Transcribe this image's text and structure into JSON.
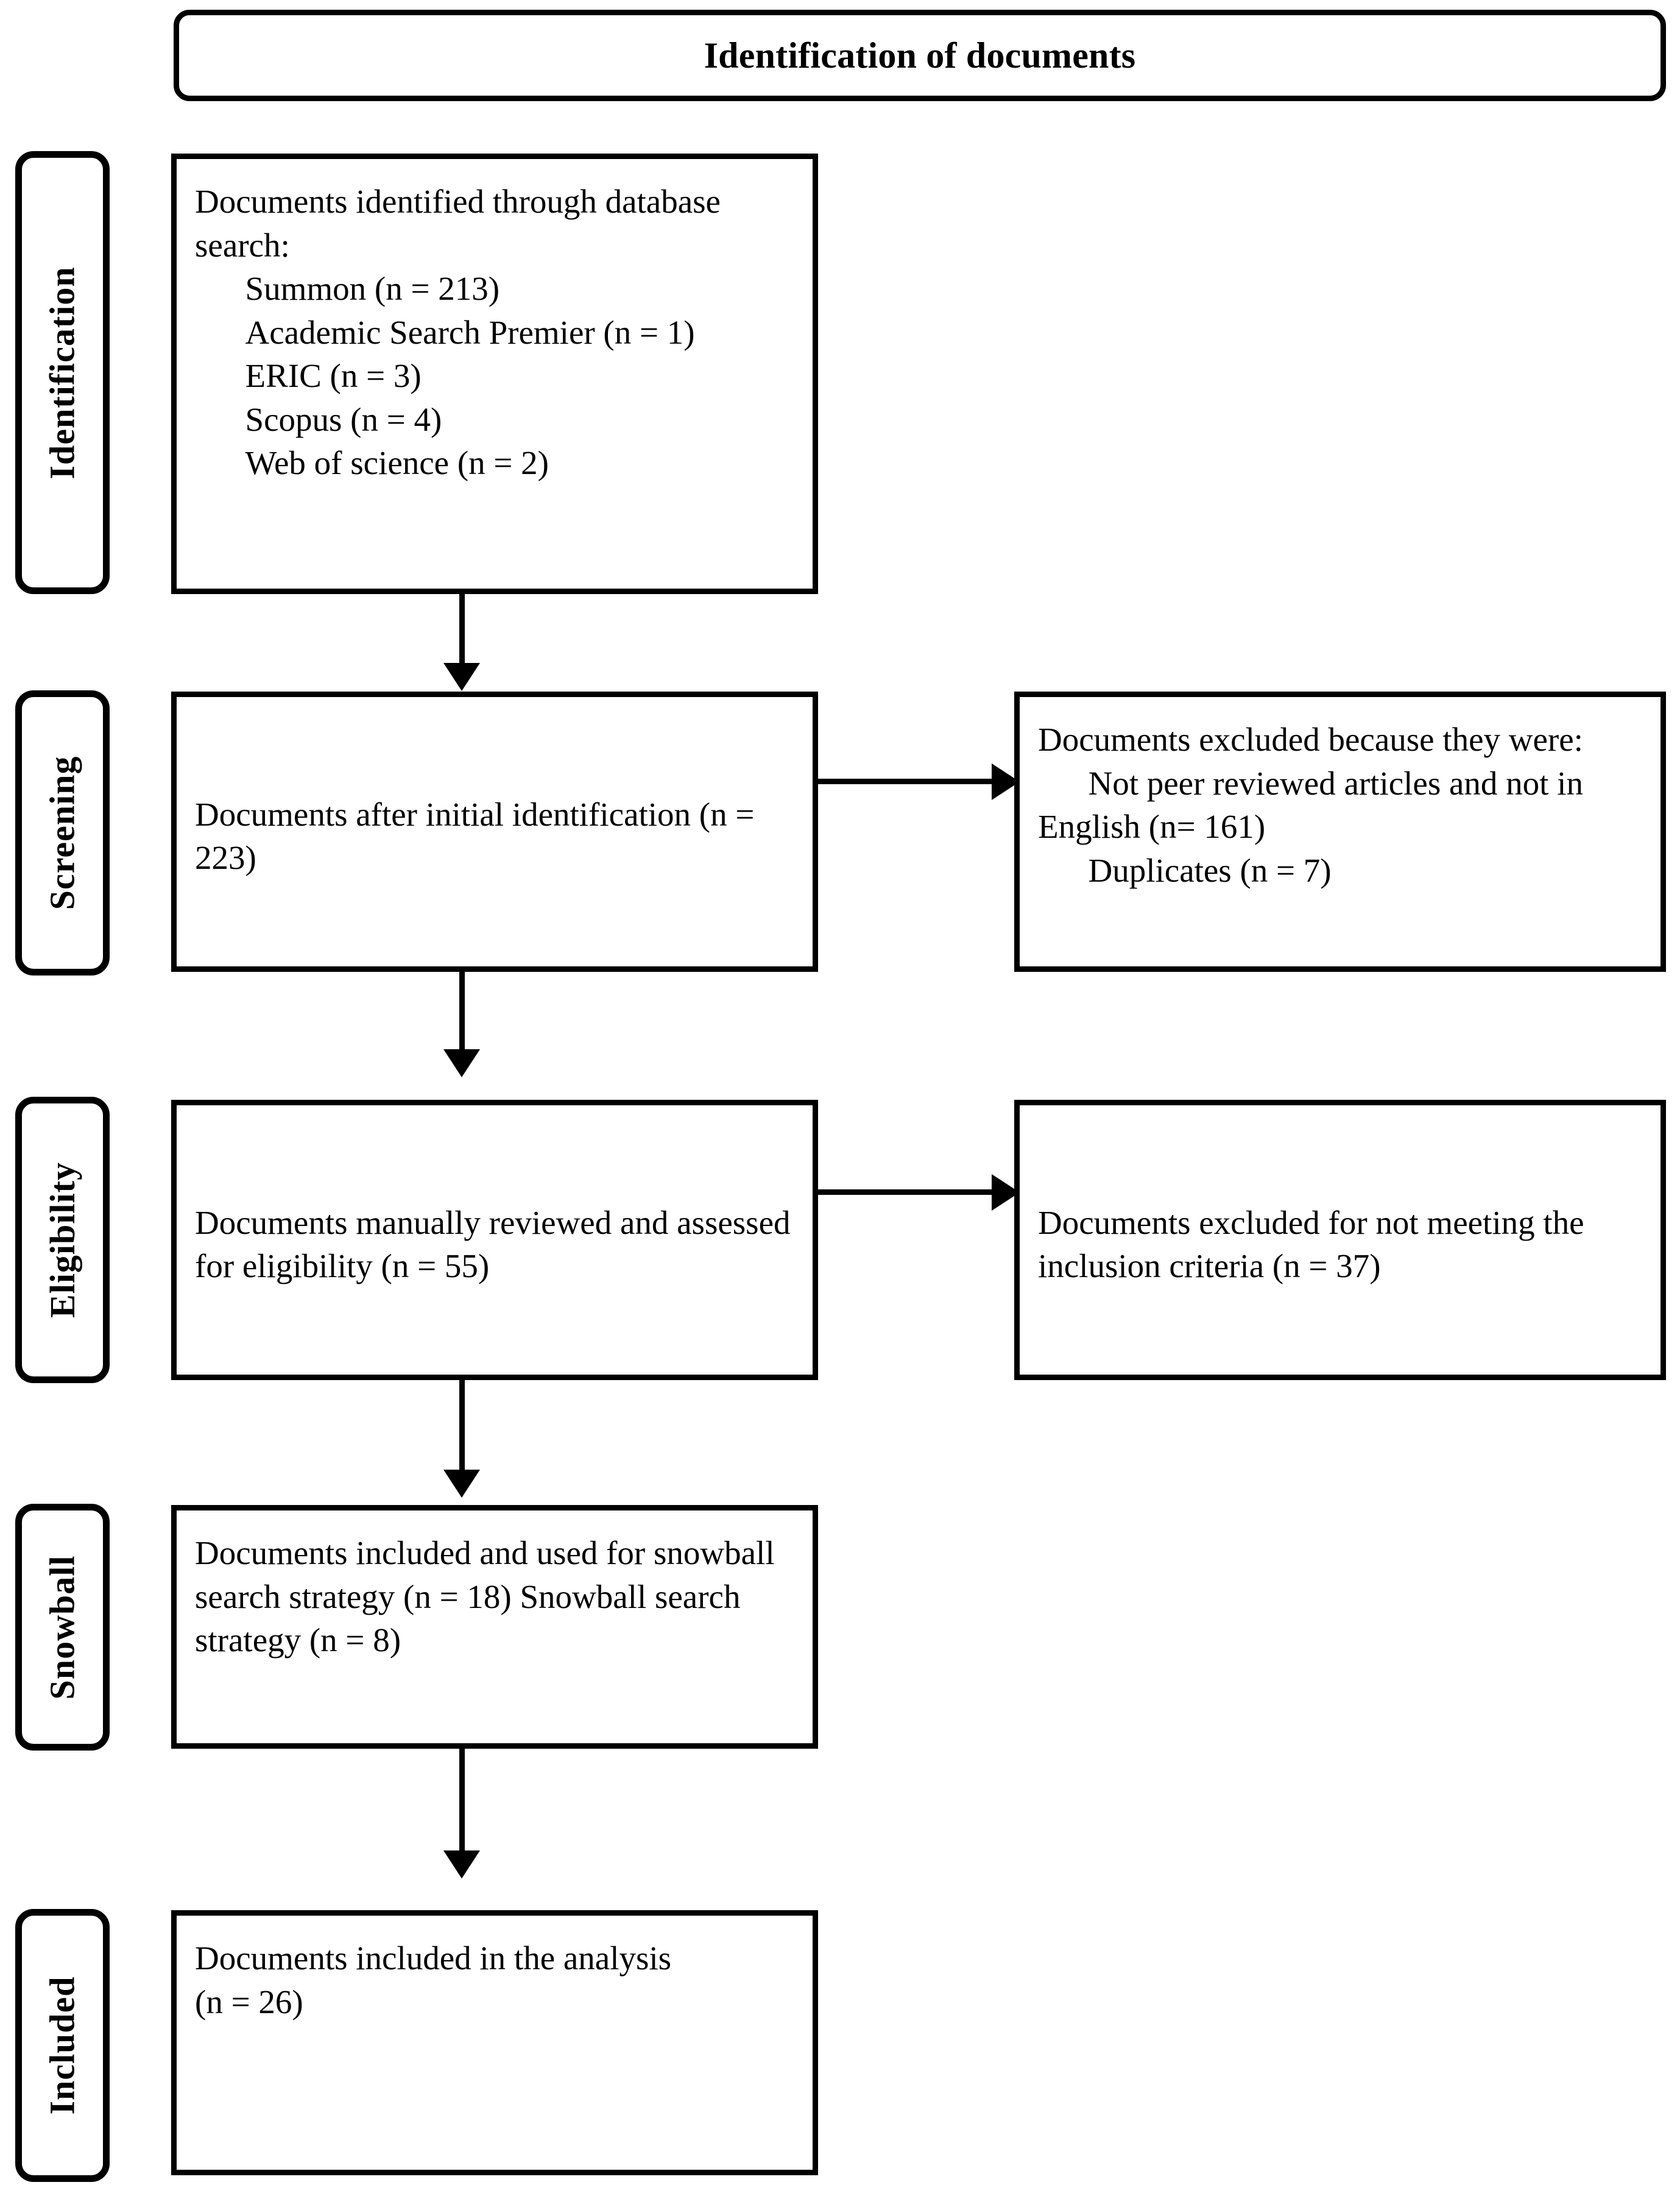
{
  "header": {
    "title": "Identification of documents"
  },
  "stages": [
    {
      "id": "identification",
      "label": "Identification"
    },
    {
      "id": "screening",
      "label": "Screening"
    },
    {
      "id": "eligibility",
      "label": "Eligibility"
    },
    {
      "id": "snowball",
      "label": "Snowball"
    },
    {
      "id": "included",
      "label": "Included"
    }
  ],
  "boxes": {
    "identification": {
      "text": "Documents identified through database search:\n      Summon (n = 213)\n      Academic Search Premier (n = 1)\n      ERIC (n = 3)\n      Scopus (n = 4)\n      Web of science (n = 2)"
    },
    "screening_main": {
      "text": "Documents after initial identification (n = 223)"
    },
    "screening_excluded": {
      "text": "Documents excluded because they were:\n      Not peer reviewed articles and not in English (n= 161)\n      Duplicates (n = 7)"
    },
    "eligibility_main": {
      "text": "Documents manually reviewed and assessed for eligibility (n = 55)"
    },
    "eligibility_excluded": {
      "text": "Documents excluded for not meeting the inclusion criteria (n = 37)"
    },
    "snowball_main": {
      "text": "Documents included and used for snowball search strategy (n = 18) Snowball search strategy (n = 8)"
    },
    "included_main": {
      "text": "Documents included in the analysis\n(n = 26)"
    }
  },
  "chart_data": {
    "type": "flowchart",
    "title": "Identification of documents",
    "stages": [
      "Identification",
      "Screening",
      "Eligibility",
      "Snowball",
      "Included"
    ],
    "nodes": [
      {
        "stage": "Identification",
        "label": "Documents identified through database search",
        "sources": [
          {
            "name": "Summon",
            "n": 213
          },
          {
            "name": "Academic Search Premier",
            "n": 1
          },
          {
            "name": "ERIC",
            "n": 3
          },
          {
            "name": "Scopus",
            "n": 4
          },
          {
            "name": "Web of science",
            "n": 2
          }
        ]
      },
      {
        "stage": "Screening",
        "label": "Documents after initial identification",
        "n": 223
      },
      {
        "stage": "Screening",
        "label": "Documents excluded because they were",
        "side": "right",
        "reasons": [
          {
            "name": "Not peer reviewed articles and not in English",
            "n": 161
          },
          {
            "name": "Duplicates",
            "n": 7
          }
        ]
      },
      {
        "stage": "Eligibility",
        "label": "Documents manually reviewed and assessed for eligibility",
        "n": 55
      },
      {
        "stage": "Eligibility",
        "label": "Documents excluded for not meeting the inclusion criteria",
        "side": "right",
        "n": 37
      },
      {
        "stage": "Snowball",
        "label": "Documents included and used for snowball search strategy",
        "n": 18,
        "extra": {
          "name": "Snowball search strategy",
          "n": 8
        }
      },
      {
        "stage": "Included",
        "label": "Documents included in the analysis",
        "n": 26
      }
    ],
    "edges": [
      {
        "from": "Documents identified through database search",
        "to": "Documents after initial identification",
        "direction": "down"
      },
      {
        "from": "Documents after initial identification",
        "to": "Documents excluded because they were",
        "direction": "right"
      },
      {
        "from": "Documents after initial identification",
        "to": "Documents manually reviewed and assessed for eligibility",
        "direction": "down"
      },
      {
        "from": "Documents manually reviewed and assessed for eligibility",
        "to": "Documents excluded for not meeting the inclusion criteria",
        "direction": "right"
      },
      {
        "from": "Documents manually reviewed and assessed for eligibility",
        "to": "Documents included and used for snowball search strategy",
        "direction": "down"
      },
      {
        "from": "Documents included and used for snowball search strategy",
        "to": "Documents included in the analysis",
        "direction": "down"
      }
    ]
  },
  "colors": {
    "stroke": "#000000",
    "background": "#ffffff",
    "text": "#000000"
  }
}
